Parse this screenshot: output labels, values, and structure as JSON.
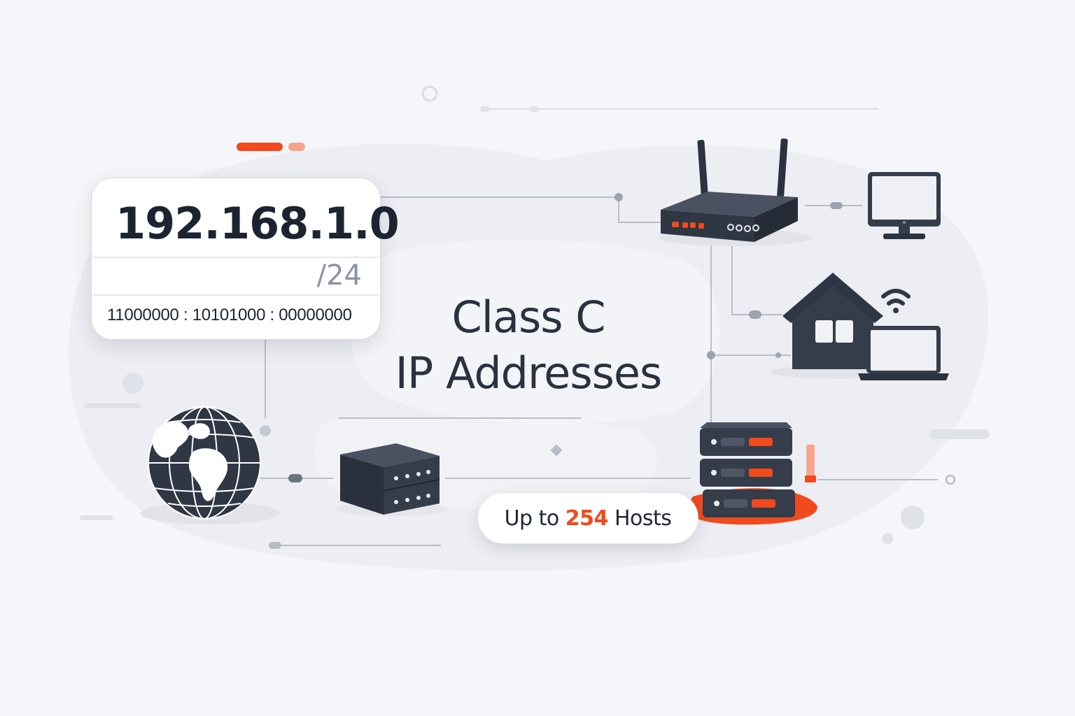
{
  "ip_card": {
    "address": "192.168.1.0",
    "prefix": "/24",
    "binary_octets": [
      "11000000",
      "10101000",
      "00000000"
    ],
    "separator": ":"
  },
  "title": {
    "line1": "Class C",
    "line2": "IP Addresses"
  },
  "hosts_badge": {
    "prefix_text": "Up to",
    "count": "254",
    "suffix_text": "Hosts"
  },
  "colors": {
    "accent": "#f04a1d",
    "device": "#353c4a",
    "text": "#1f2734",
    "line": "#b8bdc7"
  },
  "icons": [
    "globe-icon",
    "server-box-icon",
    "router-icon",
    "monitor-icon",
    "house-icon",
    "wifi-icon",
    "laptop-icon",
    "server-rack-icon"
  ]
}
